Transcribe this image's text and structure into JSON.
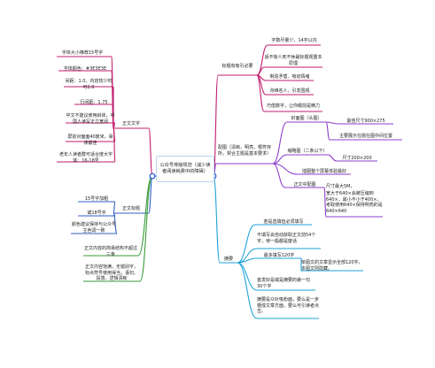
{
  "root": "公众号排版规范（减少读者阅读耗费中的障碍）",
  "branches": {
    "body": {
      "label": "正文文字",
      "items": [
        "字体大小推荐15号字",
        "字体颜色：#3E3E3E",
        "间距：1.0，内容较少时可2.0",
        "行间距：1.75",
        "中文不建议使用斜体，中国人读写正立宽阔",
        "屏前对面面40度米，易读最佳",
        "老年人读者群可适合度大字体：16-18号"
      ]
    },
    "headings": {
      "label": "正文标题",
      "items": [
        "15号字加粗",
        "或18号字",
        "颜色建议保持与公众号主色调一致"
      ]
    },
    "extra": [
      "正文内容的简易结构不超过三条",
      "正文内容饱满，无错别字，标点符号使用得当，语句、段落、逻辑清晰"
    ],
    "appeal": {
      "label": "标题有吸引必要",
      "items": [
        "字数尽量少，14字以内",
        "适不惊人死不休最标题观重本原理",
        "制造矛盾、吸动情绪",
        "沟维名人，引发围观",
        "巧借数字，让你眼前是精力"
      ]
    },
    "image": {
      "label": "配图（清晰，明亮，根符存所，契合主题是基本要求）",
      "cover": {
        "label": "封面图（头图）",
        "items": [
          "最佳尺寸900×275",
          "主要展示在题在图中间位置"
        ]
      },
      "thumb": {
        "label": "缩略图（二条以下）",
        "items": [
          "尺寸200×200"
        ]
      },
      "tip": "插图整个屏幕体验最好",
      "inline": {
        "label": "正文中配图",
        "items": [
          "尺寸最大5M，",
          "宽大于640×会被压缩到640×，最小不小于400×，考取使用640×保持明亮的是640×640"
        ]
      }
    },
    "summary": {
      "label": "摘要",
      "items": [
        "若是选填但必须填写",
        "不填写会自动获取正文前54个字，待一般都是废话",
        "最多填写120字",
        "单图文的文章显示全部120字，多图文则隐藏。",
        "首发好是或是摘要的第一句30个字",
        "摘要是众针吸粉面，要么是一步梗成文章方面，要么可引读者点击。"
      ]
    }
  },
  "colors": {
    "root_border": "#b9d2f0",
    "body": "#c21e6e",
    "headings": "#2f5fc4",
    "extra": "#3a9a3a",
    "appeal": "#c21e6e",
    "image": "#8e3fcc",
    "summary": "#1ea3d9",
    "hub": "#1a4fd6"
  }
}
